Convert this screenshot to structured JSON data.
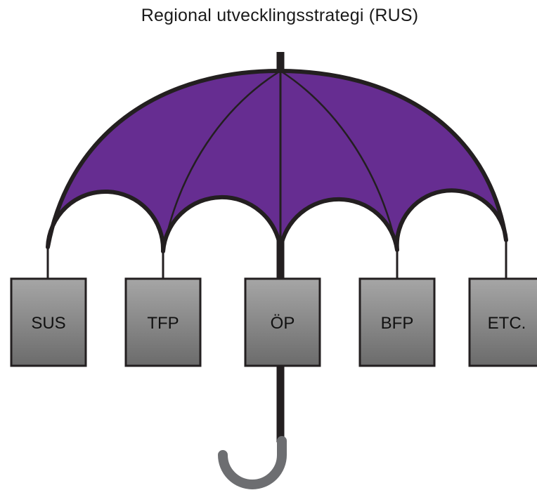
{
  "title": "Regional utvecklingsstrategi (RUS)",
  "colors": {
    "canopy": "#662d91",
    "outline": "#231f20",
    "shaft": "#231f20",
    "handle": "#6d6e71",
    "box_top": "#a6a6a6",
    "box_bottom": "#6b6b6b"
  },
  "boxes": [
    {
      "id": "sus",
      "label": "SUS"
    },
    {
      "id": "tfp",
      "label": "TFP"
    },
    {
      "id": "op",
      "label": "ÖP"
    },
    {
      "id": "bfp",
      "label": "BFP"
    },
    {
      "id": "etc",
      "label": "ETC."
    }
  ]
}
